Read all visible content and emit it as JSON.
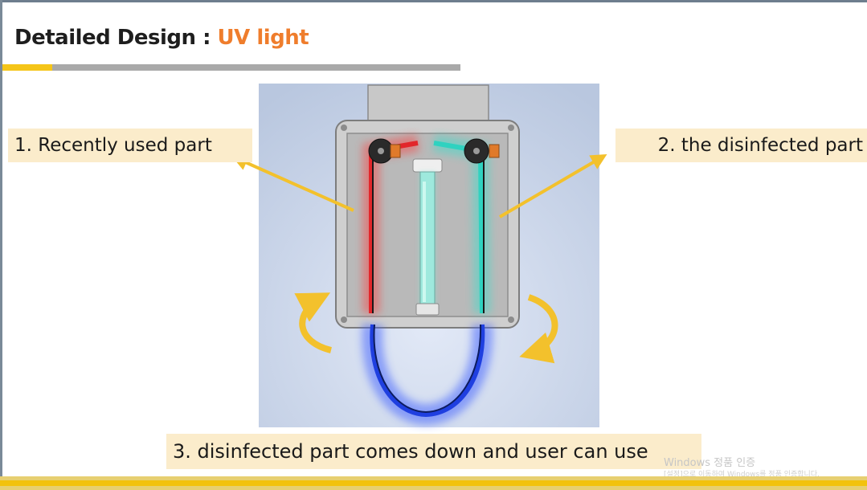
{
  "slide": {
    "title_prefix": "Detailed Design : ",
    "title_accent": "UV light",
    "accent_color": "#ef7d2c"
  },
  "labels": {
    "recently_used": "1. Recently used part",
    "disinfected": "2. the disinfected part",
    "comes_down": "3. disinfected part comes down and user can use"
  },
  "watermark": {
    "line1": "Windows 정품 인증",
    "line2": "[설정]으로 이동하여 Windows를 정품 인증합니다."
  },
  "colors": {
    "used_tube": "#e2262b",
    "disinfected_tube": "#2fd2c0",
    "bottom_loop": "#1f3fe0",
    "arrow": "#f3c12c"
  }
}
